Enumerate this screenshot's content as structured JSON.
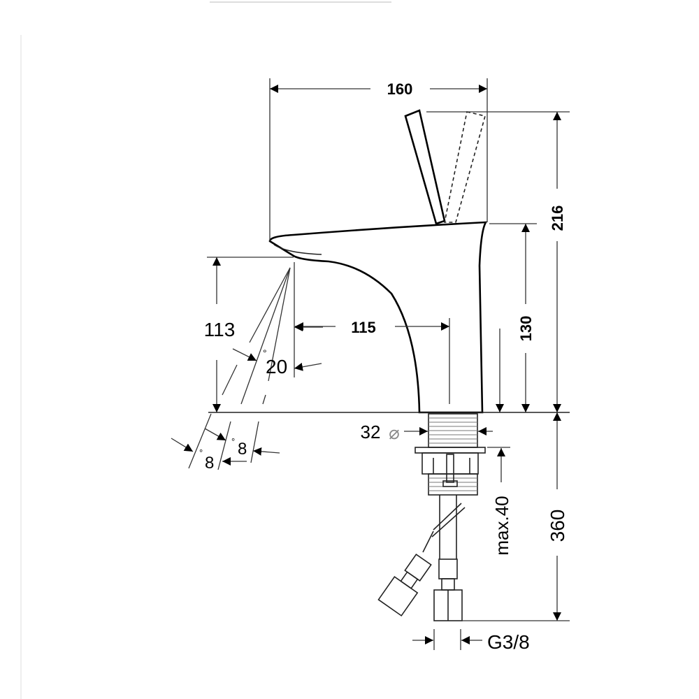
{
  "title": "Basin mixer dimension drawing",
  "dimensions": {
    "overall_width": "160",
    "overall_height": "216",
    "body_height": "130",
    "spout_height": "113",
    "spout_reach": "115",
    "spray_angle": "20",
    "spray_angle_unit": "°",
    "spray_offset_1": "8",
    "spray_offset_2": "8",
    "spray_offset_unit": "°",
    "connector_diameter": "32",
    "diameter_symbol": "⌀",
    "max_counter_thickness": "max.40",
    "hose_length": "360",
    "thread": "G3/8"
  }
}
